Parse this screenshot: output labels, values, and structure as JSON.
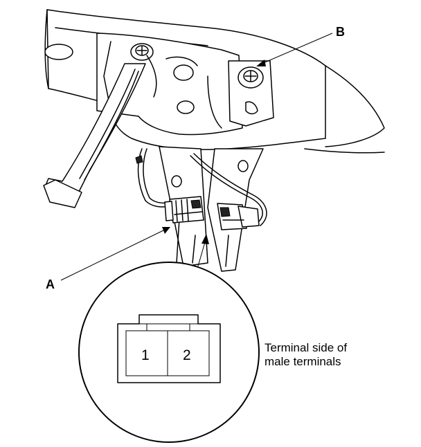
{
  "callouts": {
    "a": "A",
    "b": "B"
  },
  "connector": {
    "pin_1": "1",
    "pin_2": "2"
  },
  "caption": {
    "line1": "Terminal side of",
    "line2": "male terminals"
  },
  "colors": {
    "line": "#000000",
    "background": "#ffffff"
  }
}
